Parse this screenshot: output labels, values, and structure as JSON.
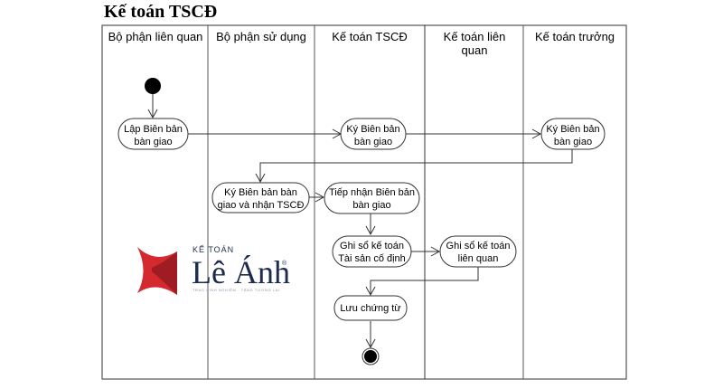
{
  "title": "Kế toán TSCĐ",
  "lanes": [
    {
      "id": "lien-quan",
      "label": [
        "Bộ phận liên quan"
      ]
    },
    {
      "id": "su-dung",
      "label": [
        "Bộ phận sử dụng"
      ]
    },
    {
      "id": "ke-toan-tscd",
      "label": [
        "Kế toán TSCĐ"
      ]
    },
    {
      "id": "ke-toan-lien-quan",
      "label": [
        "Kế toán liên",
        "quan"
      ]
    },
    {
      "id": "ke-toan-truong",
      "label": [
        "Kế toán trưởng"
      ]
    }
  ],
  "nodes": [
    {
      "id": "start",
      "type": "initial",
      "lane": "lien-quan"
    },
    {
      "id": "lap-bien-ban",
      "type": "action",
      "lane": "lien-quan",
      "lines": [
        "Lập Biên bản",
        "bàn giao"
      ]
    },
    {
      "id": "ky-bien-ban-tscd",
      "type": "action",
      "lane": "ke-toan-tscd",
      "lines": [
        "Ký Biên bản",
        "bàn giao"
      ]
    },
    {
      "id": "ky-bien-ban-truong",
      "type": "action",
      "lane": "ke-toan-truong",
      "lines": [
        "Ký Biên bản",
        "bàn giao"
      ]
    },
    {
      "id": "ky-nhan-tscd",
      "type": "action",
      "lane": "su-dung",
      "lines": [
        "Ký Biên bản bàn",
        "giao và nhận TSCĐ"
      ]
    },
    {
      "id": "tiep-nhan",
      "type": "action",
      "lane": "ke-toan-tscd",
      "lines": [
        "Tiếp nhận Biên bản",
        "bàn giao"
      ]
    },
    {
      "id": "ghi-so-tscd",
      "type": "action",
      "lane": "ke-toan-tscd",
      "lines": [
        "Ghi sổ kế toán",
        "Tài sản cố định"
      ]
    },
    {
      "id": "ghi-so-lien-quan",
      "type": "action",
      "lane": "ke-toan-lien-quan",
      "lines": [
        "Ghi sổ kế toán",
        "liên quan"
      ]
    },
    {
      "id": "luu-chung-tu",
      "type": "action",
      "lane": "ke-toan-tscd",
      "lines": [
        "Lưu chứng từ"
      ]
    },
    {
      "id": "end",
      "type": "final",
      "lane": "ke-toan-tscd"
    }
  ],
  "edges": [
    {
      "from": "start",
      "to": "lap-bien-ban"
    },
    {
      "from": "lap-bien-ban",
      "to": "ky-bien-ban-tscd"
    },
    {
      "from": "ky-bien-ban-tscd",
      "to": "ky-bien-ban-truong"
    },
    {
      "from": "ky-bien-ban-truong",
      "to": "ky-nhan-tscd"
    },
    {
      "from": "ky-nhan-tscd",
      "to": "tiep-nhan"
    },
    {
      "from": "tiep-nhan",
      "to": "ghi-so-tscd"
    },
    {
      "from": "ghi-so-tscd",
      "to": "ghi-so-lien-quan"
    },
    {
      "from": "ghi-so-lien-quan",
      "to": "luu-chung-tu"
    },
    {
      "from": "luu-chung-tu",
      "to": "end"
    }
  ],
  "logo": {
    "small_text": "KẾ TOÁN",
    "brand": "Lê Ánh",
    "registered": "®",
    "tagline": "TRAO KINH NGHIỆM - TẶNG TƯƠNG LAI",
    "colors": {
      "red": "#d42a2f",
      "dark_red": "#9e1c22",
      "navy": "#1d2c4c"
    }
  }
}
